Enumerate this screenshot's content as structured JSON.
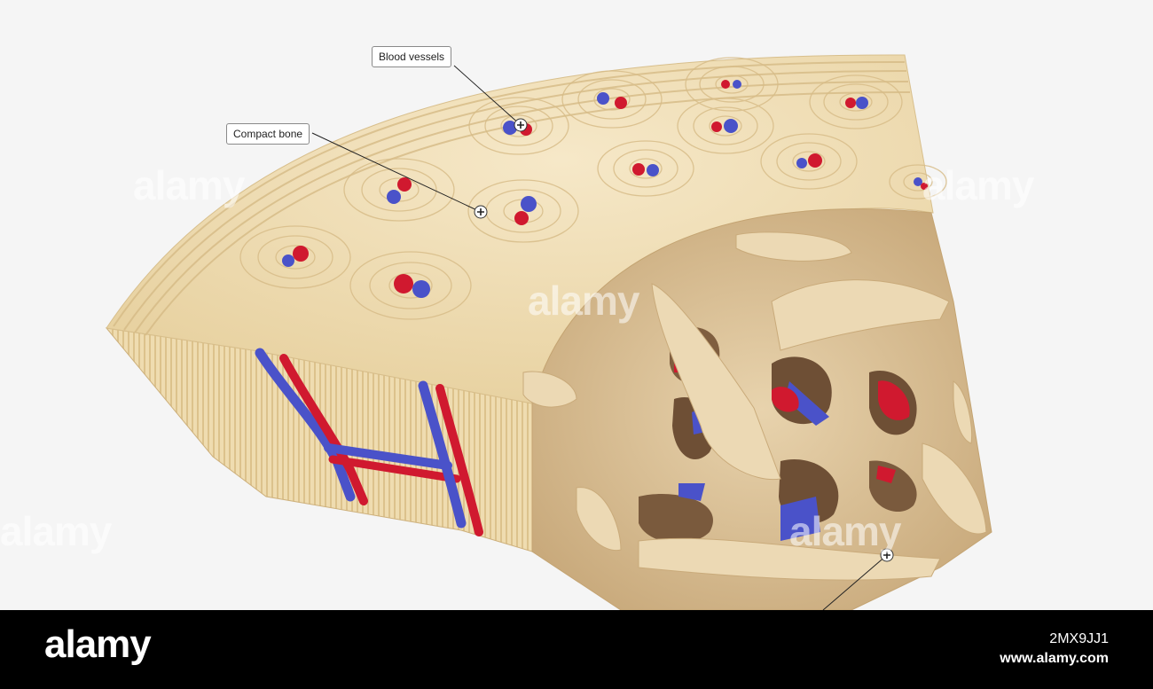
{
  "labels": {
    "blood_vessels": "Blood vessels",
    "compact_bone": "Compact bone"
  },
  "watermark": "alamy",
  "footer": {
    "logo": "alamy",
    "image_id": "2MX9JJ1",
    "url": "www.alamy.com"
  },
  "colors": {
    "bone": "#eedcb0",
    "bone_shadow": "#c9a874",
    "vein": "#4a52c9",
    "artery": "#d0192f",
    "footer": "#000000"
  },
  "icons": [
    "plus-marker-icon"
  ]
}
